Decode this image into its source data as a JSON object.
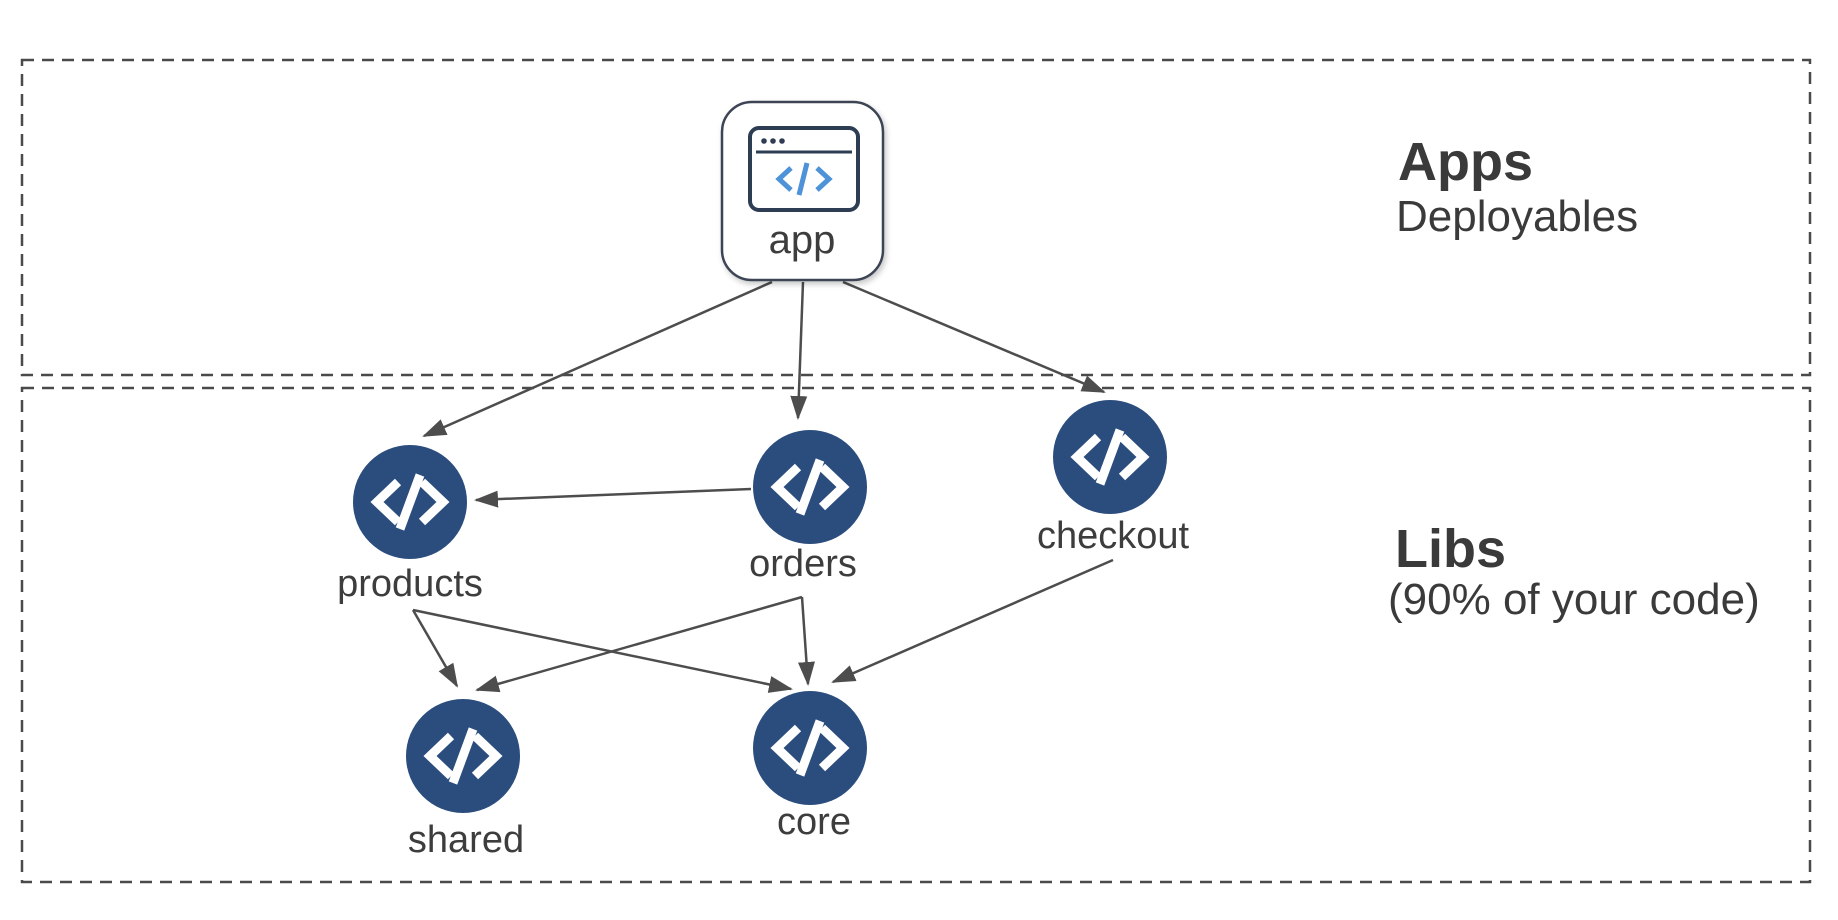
{
  "diagram": {
    "sections": [
      {
        "id": "apps",
        "title": "Apps",
        "subtitle": "Deployables"
      },
      {
        "id": "libs",
        "title": "Libs",
        "subtitle": "(90% of your code)"
      }
    ],
    "nodes": [
      {
        "id": "app",
        "label": "app",
        "type": "application",
        "section": "apps",
        "icon": "browser-code-icon"
      },
      {
        "id": "products",
        "label": "products",
        "type": "library",
        "section": "libs",
        "icon": "code-icon"
      },
      {
        "id": "orders",
        "label": "orders",
        "type": "library",
        "section": "libs",
        "icon": "code-icon"
      },
      {
        "id": "checkout",
        "label": "checkout",
        "type": "library",
        "section": "libs",
        "icon": "code-icon"
      },
      {
        "id": "shared",
        "label": "shared",
        "type": "library",
        "section": "libs",
        "icon": "code-icon"
      },
      {
        "id": "core",
        "label": "core",
        "type": "library",
        "section": "libs",
        "icon": "code-icon"
      }
    ],
    "edges": [
      {
        "from": "app",
        "to": "products"
      },
      {
        "from": "app",
        "to": "orders"
      },
      {
        "from": "app",
        "to": "checkout"
      },
      {
        "from": "orders",
        "to": "products"
      },
      {
        "from": "products",
        "to": "shared"
      },
      {
        "from": "products",
        "to": "core"
      },
      {
        "from": "orders",
        "to": "shared"
      },
      {
        "from": "orders",
        "to": "core"
      },
      {
        "from": "checkout",
        "to": "core"
      }
    ]
  },
  "colors": {
    "lib_node_fill": "#2b4d7d",
    "edge_line": "#4d4d4d",
    "dashed_border": "#4a4a4a",
    "label_text": "#3d3d3d",
    "browser_icon_navy": "#2e3d54",
    "code_accent_blue": "#4e92d8",
    "background": "#ffffff"
  }
}
